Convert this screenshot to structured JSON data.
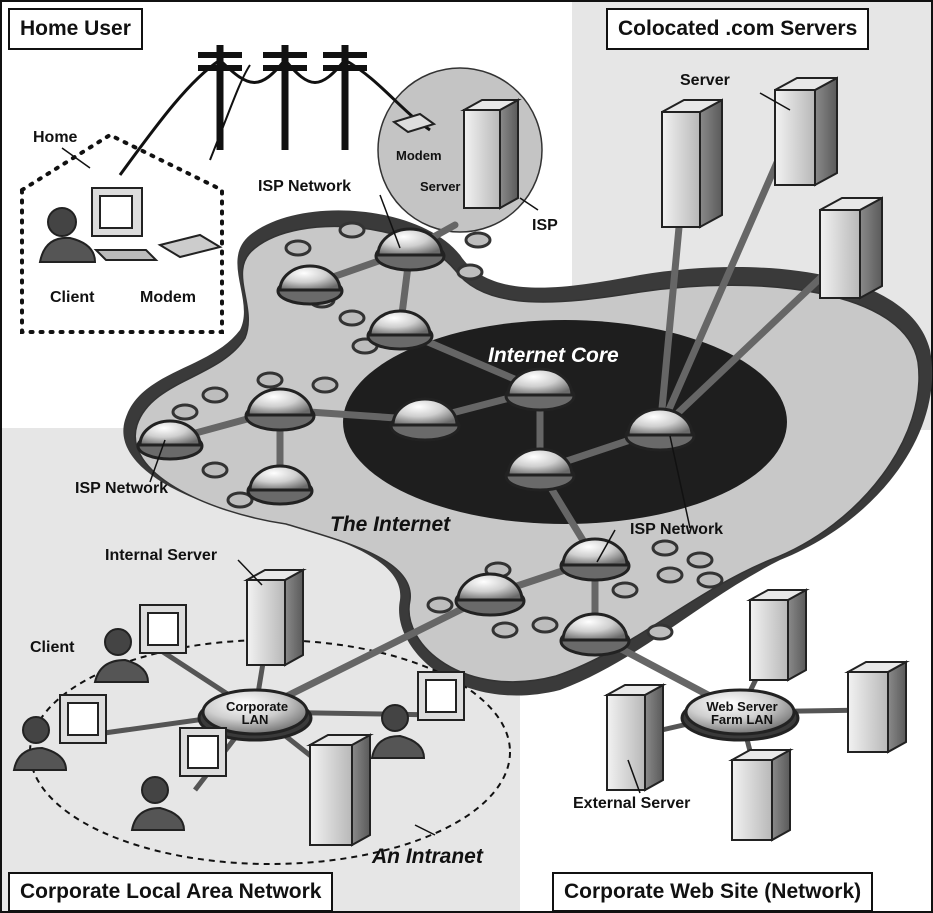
{
  "regions": {
    "home_user": "Home User",
    "colocated": "Colocated .com Servers",
    "corp_lan": "Corporate Local Area Network",
    "corp_web": "Corporate Web Site (Network)"
  },
  "labels": {
    "home": "Home",
    "client_home": "Client",
    "modem_home": "Modem",
    "modem_isp": "Modem",
    "server_isp": "Server",
    "isp": "ISP",
    "isp_network_top": "ISP Network",
    "isp_network_left": "ISP Network",
    "isp_network_right": "ISP Network",
    "server_colo": "Server",
    "internet_core": "Internet Core",
    "the_internet": "The Internet",
    "internal_server": "Internal Server",
    "client_corp": "Client",
    "corporate_lan": "Corporate LAN",
    "an_intranet": "An Intranet",
    "web_farm": "Web Server Farm LAN",
    "external_server": "External Server"
  }
}
